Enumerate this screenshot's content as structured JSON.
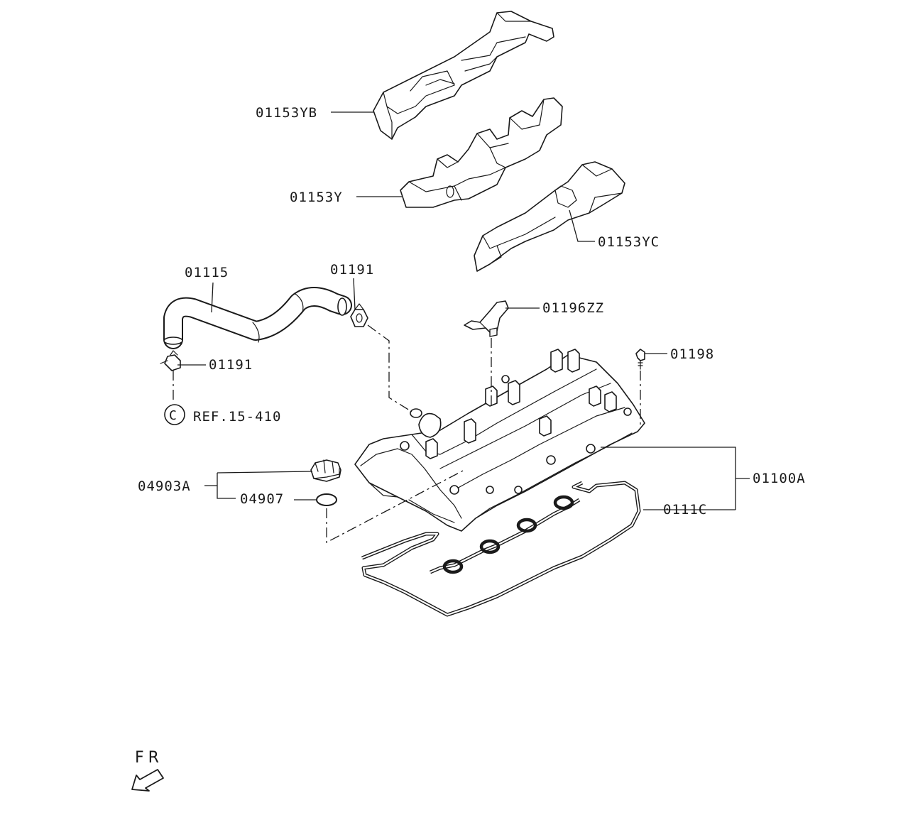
{
  "diagram": {
    "labels": {
      "trim_cover_b": "01153YB",
      "trim_cover": "01153Y",
      "trim_cover_c": "01153YC",
      "breather_hose": "01115",
      "hose_clamp_upper": "01191",
      "bracket": "01196ZZ",
      "hose_clamp_lower": "01191",
      "bolt": "01198",
      "ref_circle": "C",
      "ref_text": "REF.15-410",
      "rocker_cover_assy": "01100A",
      "oil_filler_cap_assy": "04903A",
      "o_ring": "04907",
      "rocker_cover_gasket": "0111C",
      "direction": "FR"
    }
  }
}
